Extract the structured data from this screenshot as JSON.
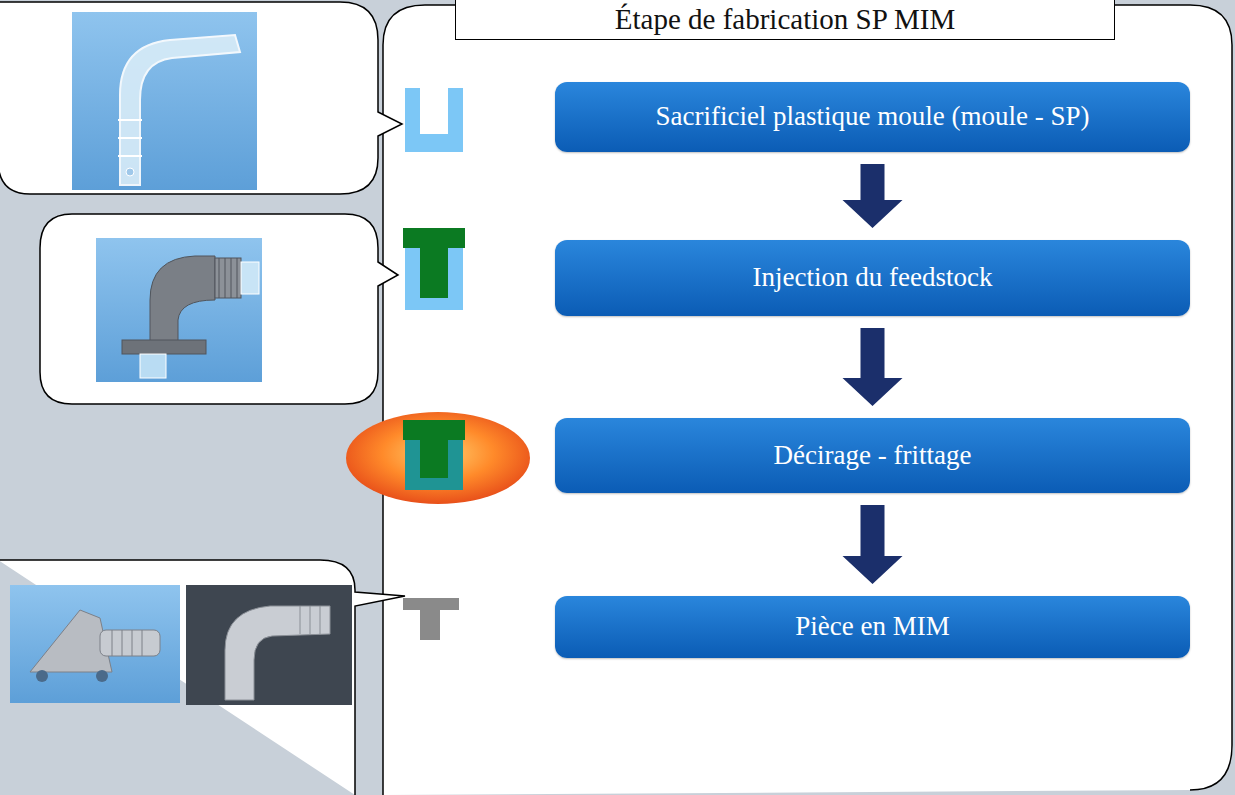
{
  "diagram": {
    "title": "Étape de fabrication SP MIM",
    "nodes": [
      {
        "text": [
          "Sacrificiel plastique moule (moule - SP)"
        ]
      },
      {
        "text": [
          "Injection du feedstock"
        ]
      },
      {
        "text": [
          "Décirage - frittage"
        ]
      },
      {
        "text": [
          "Pièce en MIM"
        ]
      }
    ],
    "edges": [
      {
        "from": 0,
        "to": 1,
        "arrow": "to"
      },
      {
        "from": 1,
        "to": 2,
        "arrow": "to"
      },
      {
        "from": 2,
        "to": 3,
        "arrow": "to"
      }
    ]
  }
}
